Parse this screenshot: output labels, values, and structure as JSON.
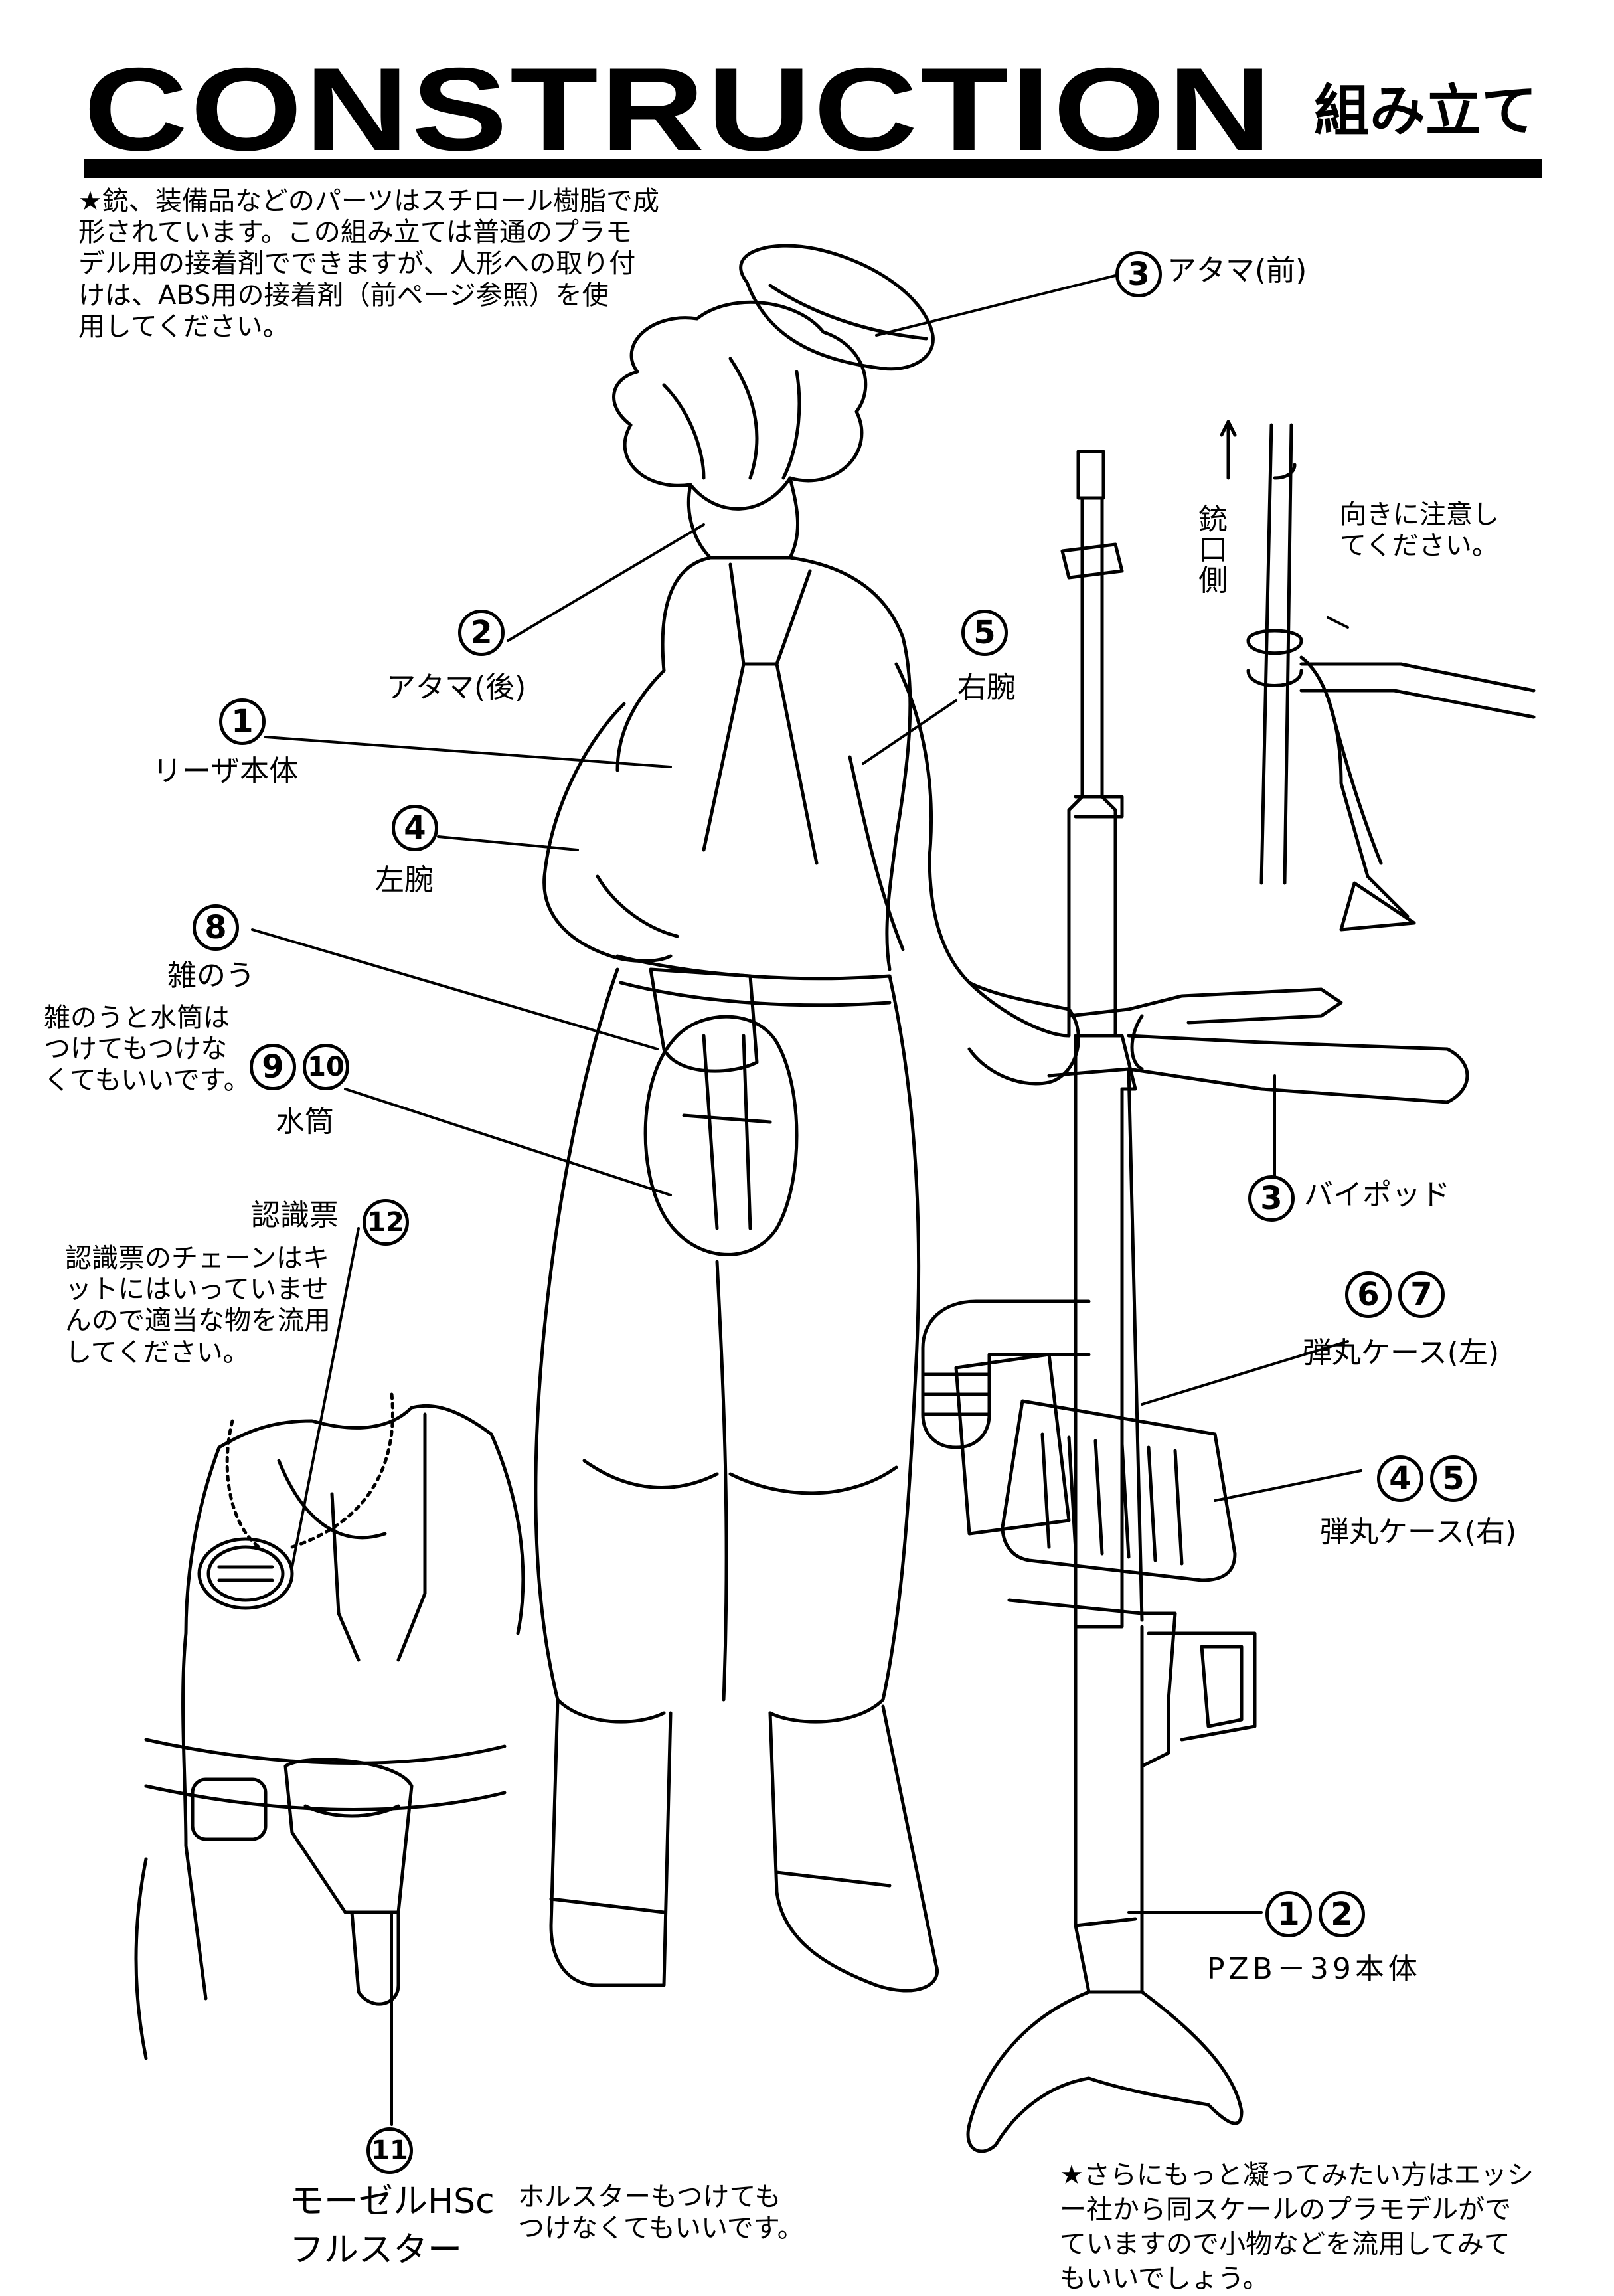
{
  "header": {
    "title": "CONSTRUCTION",
    "subtitle": "組み立て"
  },
  "notes": {
    "intro": "★銃、装備品などのパーツはスチロール樹脂で成\n形されています。この組み立ては普通のプラモ\nデル用の接着剤でできますが、人形への取り付\nけは、ABS用の接着剤（前ページ参照）を使\n用してください。",
    "muzzle_side": "銃\n口\n側",
    "orientation": "向きに注意し\nてください。",
    "bag_canteen": "雑のうと水筒は\nつけてもつけな\nくてもいいです。",
    "dogtag_chain": "認識票のチェーンはキ\nットにはいっていませ\nんので適当な物を流用\nしてください。",
    "holster_optional": "ホルスターもつけても\nつけなくてもいいです。",
    "further_detail": "★さらにもっと凝ってみたい方はエッシ\nー社から同スケールのプラモデルがで\nていますので小物などを流用してみて\nもいいでしょう。"
  },
  "parts": [
    {
      "id": "head-front",
      "numbers": [
        "3"
      ],
      "label": "アタマ(前)"
    },
    {
      "id": "head-back",
      "numbers": [
        "2"
      ],
      "label": "アタマ(後)"
    },
    {
      "id": "body",
      "numbers": [
        "1"
      ],
      "label": "リーザ本体"
    },
    {
      "id": "right-arm",
      "numbers": [
        "5"
      ],
      "label": "右腕"
    },
    {
      "id": "left-arm",
      "numbers": [
        "4"
      ],
      "label": "左腕"
    },
    {
      "id": "bag",
      "numbers": [
        "8"
      ],
      "label": "雑のう"
    },
    {
      "id": "canteen",
      "numbers": [
        "9",
        "10"
      ],
      "label": "水筒"
    },
    {
      "id": "bipod",
      "numbers": [
        "3"
      ],
      "label": "バイポッド"
    },
    {
      "id": "dogtag",
      "numbers": [
        "12"
      ],
      "label": "認識票"
    },
    {
      "id": "ammo-case-left",
      "numbers": [
        "6",
        "7"
      ],
      "label": "弾丸ケース(左)"
    },
    {
      "id": "ammo-case-right",
      "numbers": [
        "4",
        "5"
      ],
      "label": "弾丸ケース(右)"
    },
    {
      "id": "rifle-body",
      "numbers": [
        "1",
        "2"
      ],
      "label": "PZB－39本体"
    },
    {
      "id": "holster",
      "numbers": [
        "11"
      ],
      "label": "モーゼルHSc\nフルスター"
    }
  ]
}
